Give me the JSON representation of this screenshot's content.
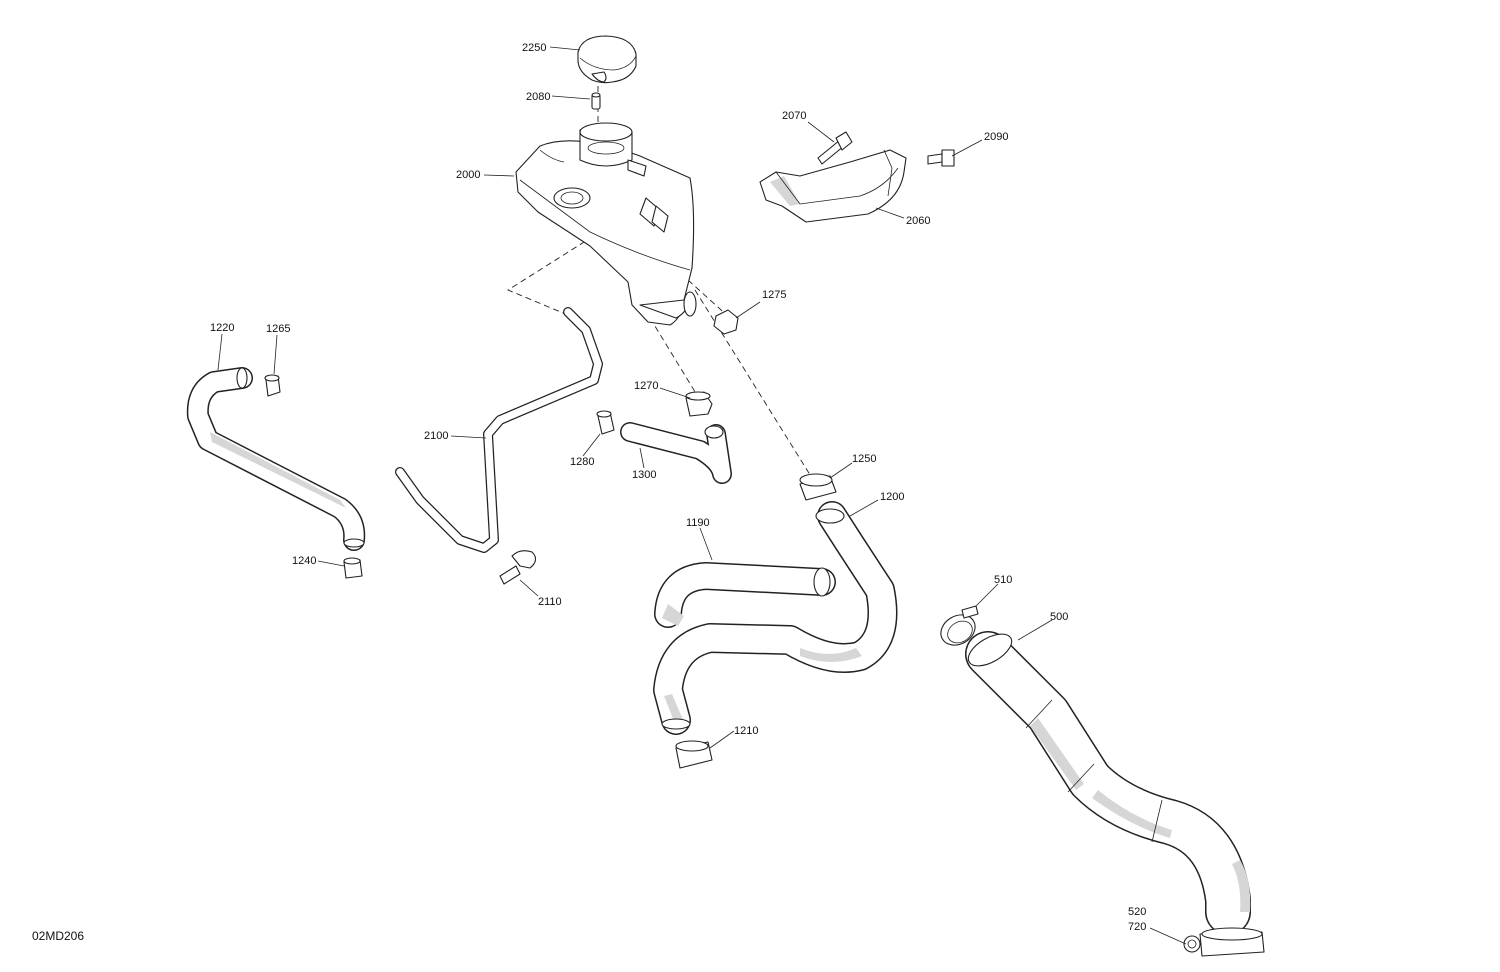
{
  "diagram_code": "02MD206",
  "labels": {
    "l2250": "2250",
    "l2080": "2080",
    "l2070": "2070",
    "l2090": "2090",
    "l2000": "2000",
    "l2060": "2060",
    "l1275": "1275",
    "l1220": "1220",
    "l1265": "1265",
    "l1270": "1270",
    "l2100": "2100",
    "l1280": "1280",
    "l1300": "1300",
    "l1250": "1250",
    "l1200": "1200",
    "l1190": "1190",
    "l1240": "1240",
    "l2110": "2110",
    "l510": "510",
    "l500": "500",
    "l1210": "1210",
    "l520": "520",
    "l720": "720"
  }
}
